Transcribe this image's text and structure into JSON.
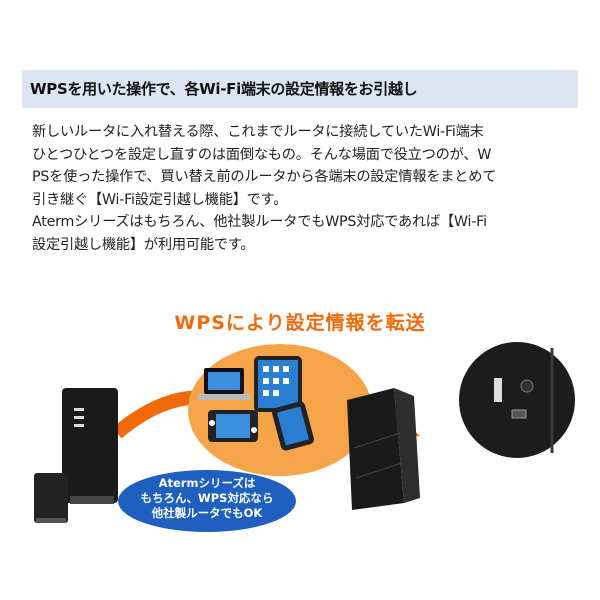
{
  "section": {
    "heading": "WPSを用いた操作で、各Wi-Fi端末の設定情報をお引越し"
  },
  "body": {
    "paragraph1_line1": "新しいルータに入れ替える際、これまでルータに接続していたWi-Fi端末",
    "paragraph1_line2": "ひとつひとつを設定し直すのは面倒なもの。そんな場面で役立つのが、W",
    "paragraph1_line3": "PSを使った操作で、買い替え前のルータから各端末の設定情報をまとめて",
    "paragraph1_line4": "引き継ぐ【Wi-Fi設定引越し機能】です。",
    "paragraph2_line1": "Atermシリーズはもちろん、他社製ルータでもWPS対応であれば【Wi-Fi",
    "paragraph2_line2": "設定引越し機能】が利用可能です。"
  },
  "figure": {
    "banner": "WPSにより設定情報を転送",
    "callout_line1": "Atermシリーズは",
    "callout_line2": "もちろん、WPS対応なら",
    "callout_line3": "他社製ルータでもOK",
    "accent_color": "#f06a0a",
    "callout_color": "#1e5fbf",
    "icons": [
      "router-icon",
      "laptop-icon",
      "tablet-icon",
      "game-console-icon",
      "smartphone-icon"
    ]
  }
}
